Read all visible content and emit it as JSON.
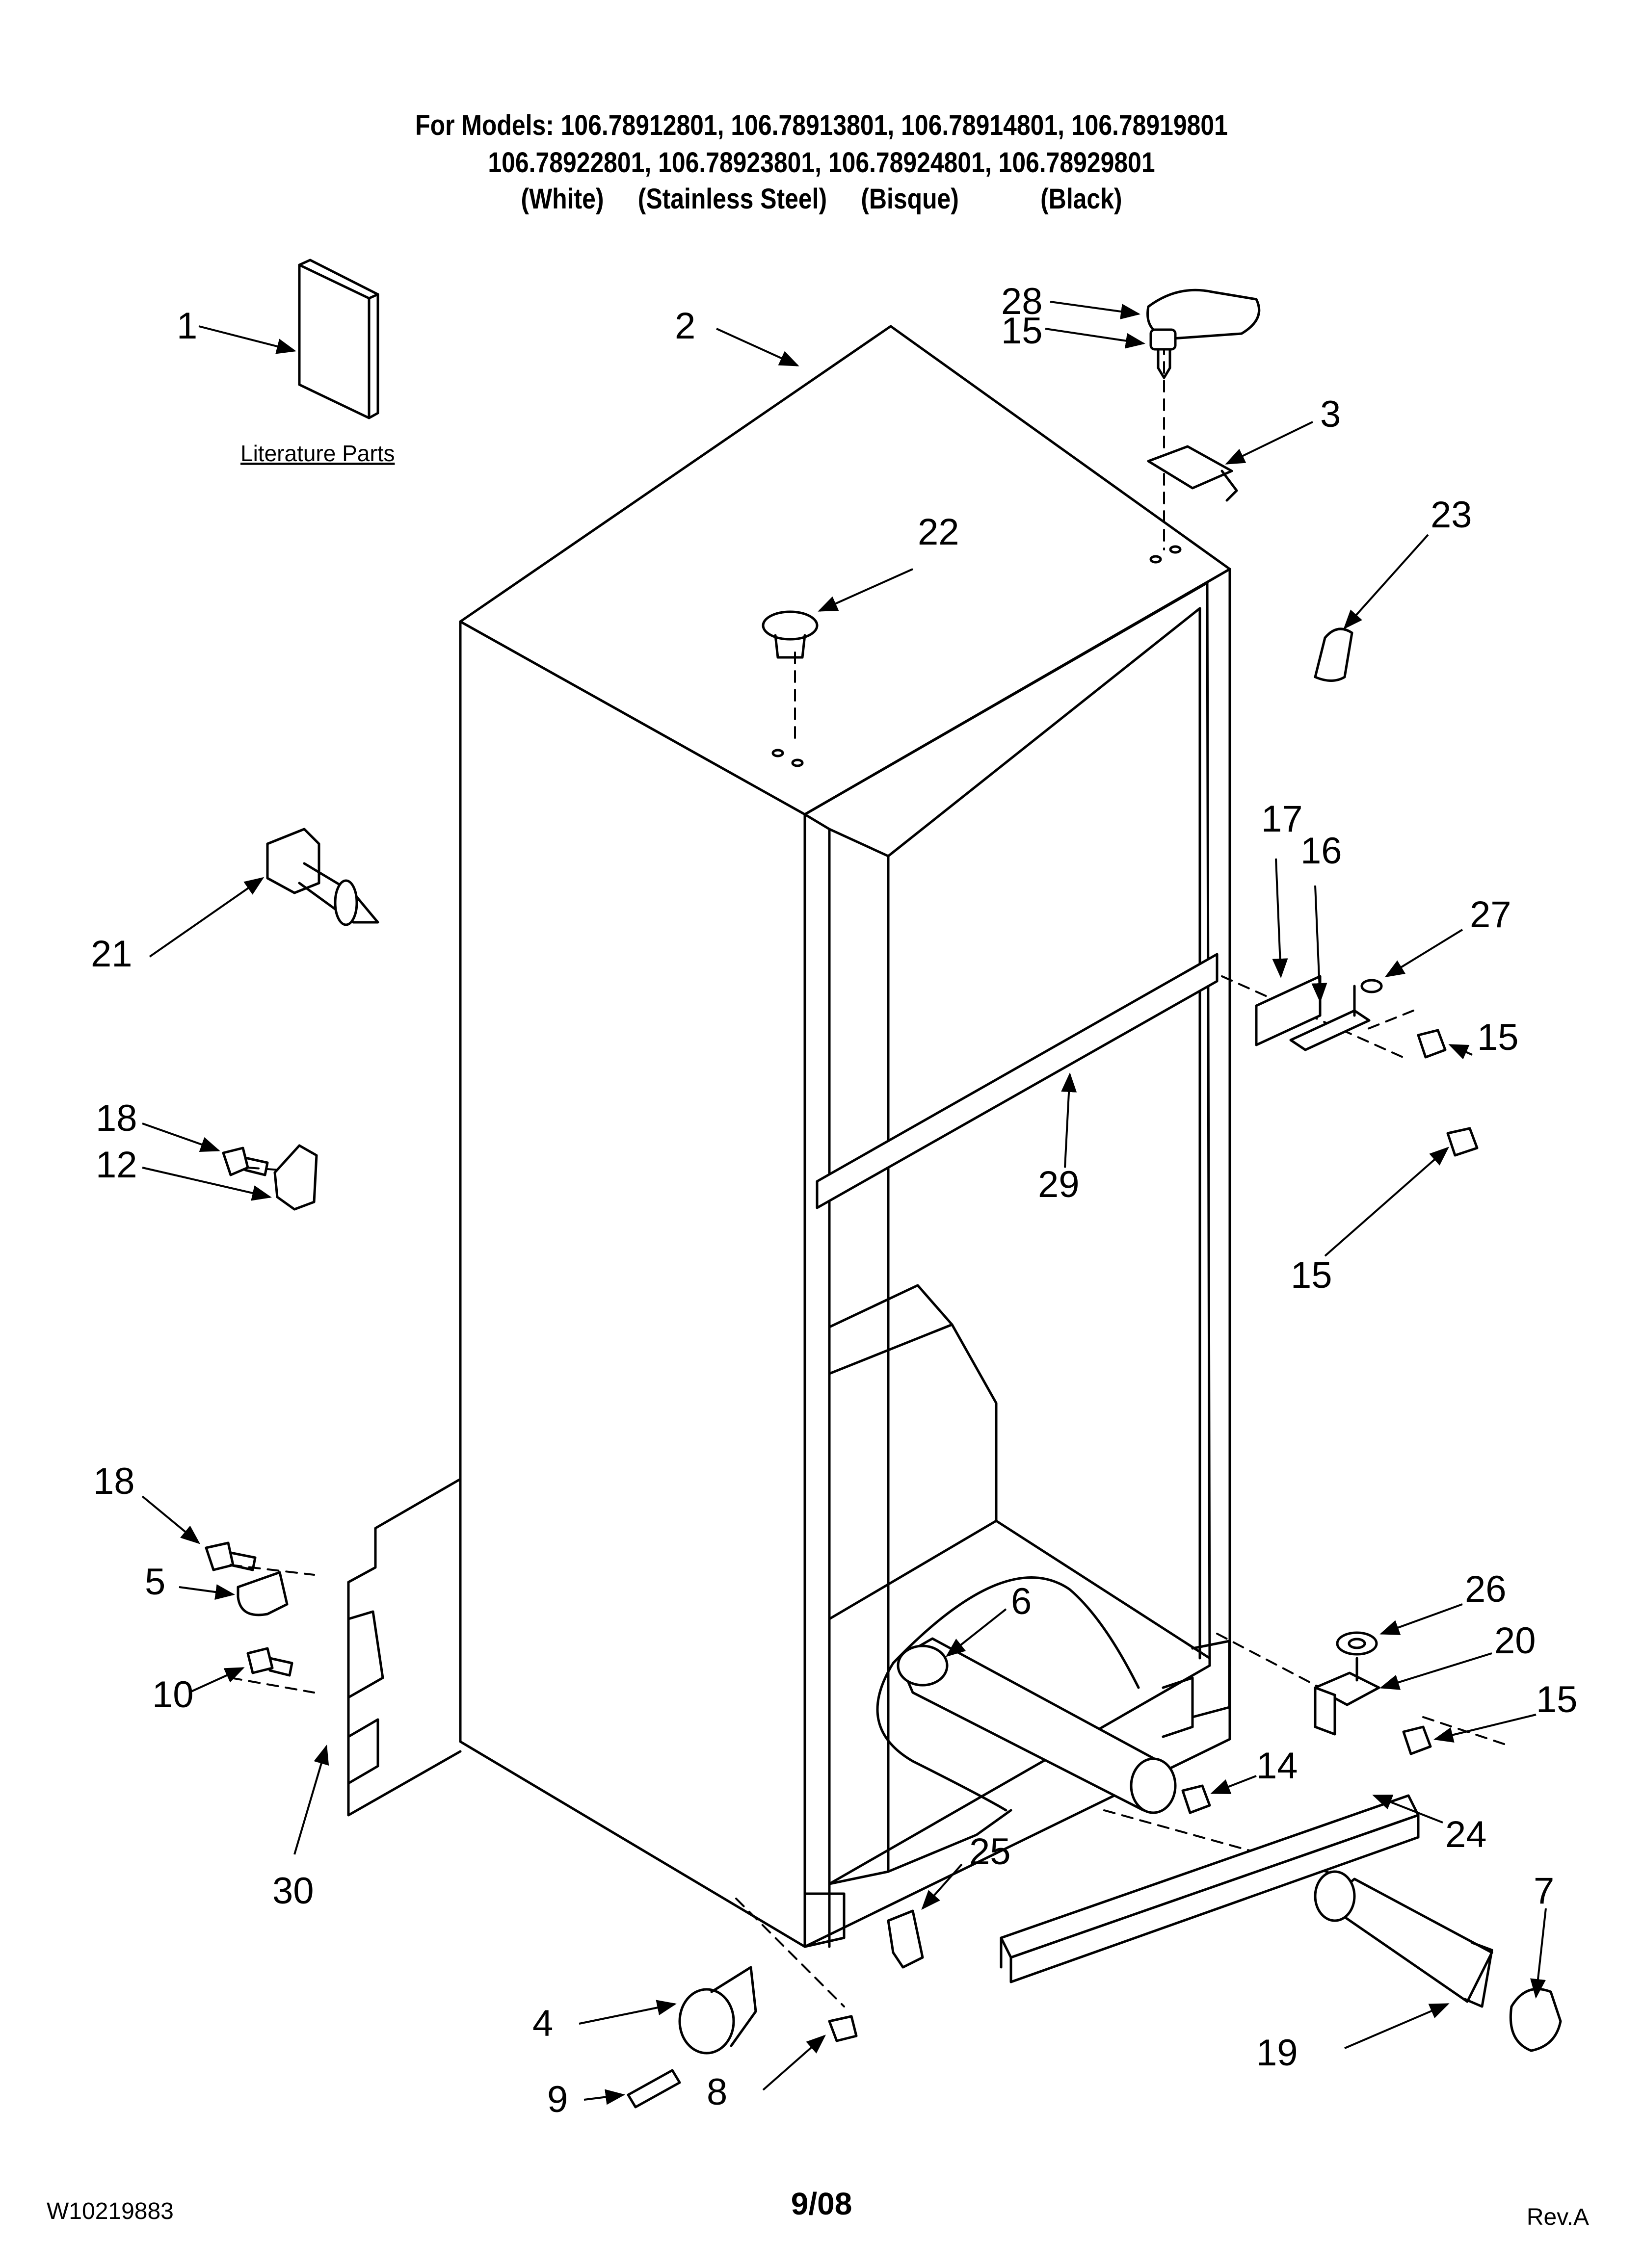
{
  "header": {
    "line1": "For Models: 106.78912801, 106.78913801, 106.78914801, 106.78919801",
    "line2": "106.78922801, 106.78923801, 106.78924801, 106.78929801",
    "line3": "(White)     (Stainless Steel)     (Bisque)            (Black)"
  },
  "literature_label": "Literature Parts",
  "callouts": {
    "c1": "1",
    "c2": "2",
    "c3": "3",
    "c4": "4",
    "c5": "5",
    "c6": "6",
    "c7": "7",
    "c8": "8",
    "c9": "9",
    "c10": "10",
    "c12": "12",
    "c14": "14",
    "c15a": "15",
    "c15b": "15",
    "c15c": "15",
    "c15d": "15",
    "c16": "16",
    "c17": "17",
    "c18a": "18",
    "c18b": "18",
    "c19": "19",
    "c20": "20",
    "c21": "21",
    "c22": "22",
    "c23": "23",
    "c24": "24",
    "c25": "25",
    "c26": "26",
    "c27": "27",
    "c28": "28",
    "c29": "29",
    "c30": "30"
  },
  "footer": {
    "doc_number": "W10219883",
    "date": "9/08",
    "revision": "Rev.A"
  }
}
